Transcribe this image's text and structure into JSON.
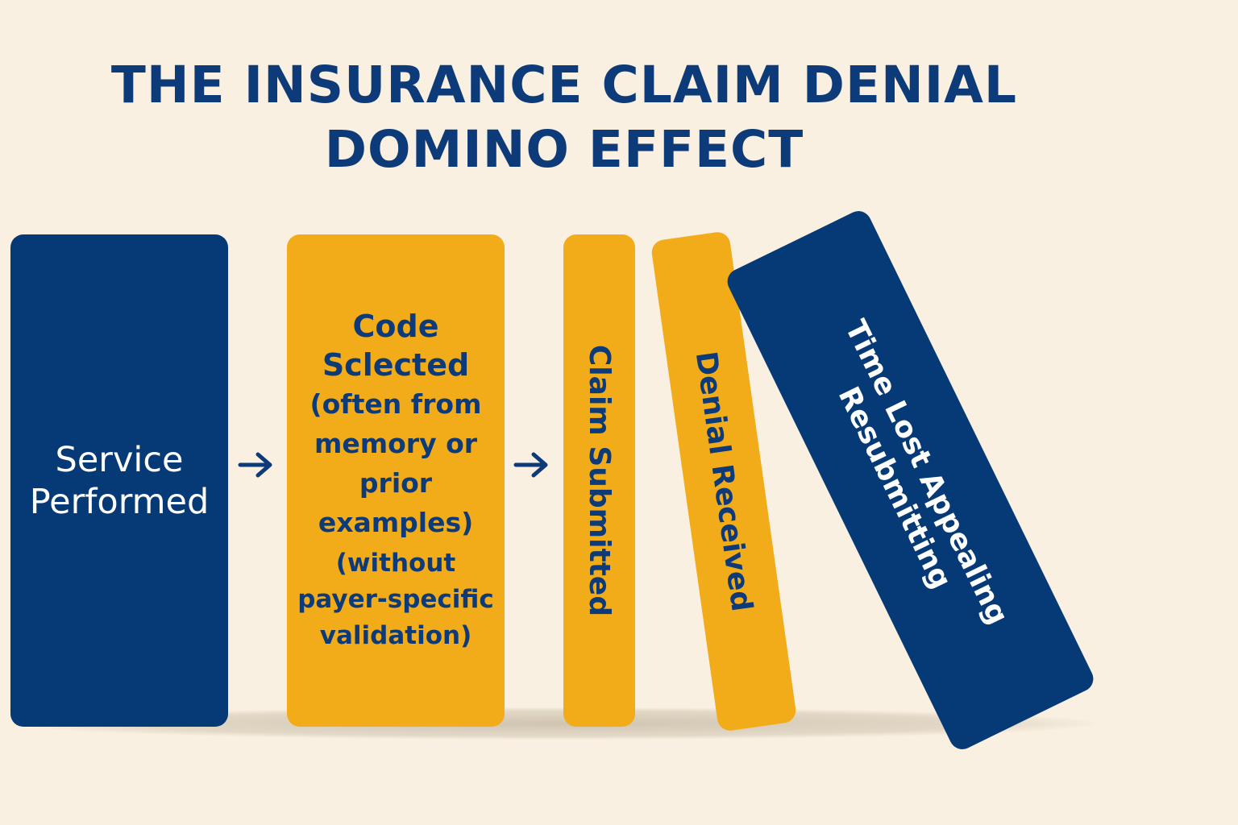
{
  "title": {
    "line1": "THE INSURANCE CLAIM DENIAL",
    "line2": "DOMINO EFFECT"
  },
  "colors": {
    "background": "#f9f0e1",
    "navy": "#063a77",
    "gold": "#f3ac19",
    "title": "#0d3a78"
  },
  "dominoes": [
    {
      "line1": "Service",
      "line2": "Performed",
      "color": "navy"
    },
    {
      "line1": "Code",
      "line2": "Sclected",
      "detail": [
        "(often from",
        "memory or",
        "prior",
        "examples)"
      ],
      "note": [
        "(without",
        "payer-specific",
        "validation)"
      ],
      "color": "gold"
    },
    {
      "label": "Claim Submitted",
      "color": "gold"
    },
    {
      "label": "Denial Received",
      "color": "gold"
    },
    {
      "line1": "Time Lost Appealing",
      "line2": "Resubmitting",
      "color": "navy"
    }
  ],
  "arrows": [
    "arrow-right-icon",
    "arrow-right-icon"
  ]
}
